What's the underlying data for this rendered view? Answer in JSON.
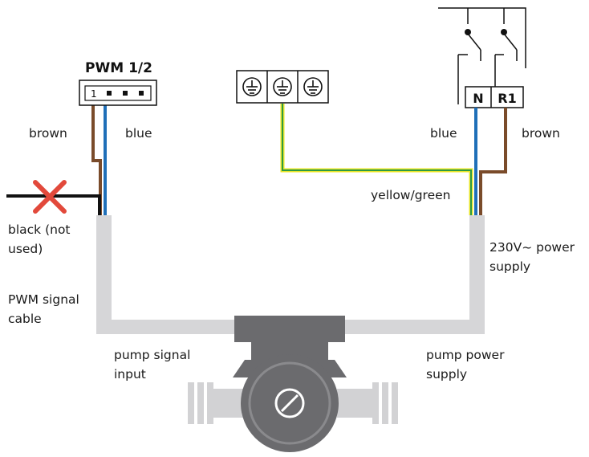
{
  "connector": {
    "title": "PWM 1/2",
    "pin_label": "1"
  },
  "relay": {
    "terminal_n": "N",
    "terminal_r1": "R1"
  },
  "labels": {
    "left_brown": "brown",
    "left_blue": "blue",
    "black_line1": "black  (not",
    "black_line2": "used)",
    "pwm_cable_line1": "PWM  signal",
    "pwm_cable_line2": "cable",
    "signal_input_line1": "pump  signal",
    "signal_input_line2": "input",
    "right_blue": "blue",
    "right_brown": "brown",
    "yellow_green": "yellow/green",
    "supply_line1": "230V~ power",
    "supply_line2": "supply",
    "power_supply_line1": "pump power",
    "power_supply_line2": "supply"
  },
  "colors": {
    "brown_wire": "#7a4b2a",
    "blue_wire": "#1f6fb8",
    "black_wire": "#111111",
    "yellow_wire": "#e8e62a",
    "green_wire": "#2e9a44",
    "cable_sheath": "#d6d6d8",
    "pump_dark": "#6b6b6e",
    "pump_light": "#d2d2d4",
    "cross": "#e2493b"
  },
  "icons": {
    "earth": "earth-ground-icon",
    "cross": "cross-mark-icon",
    "rotor": "rotor-slot-icon"
  }
}
